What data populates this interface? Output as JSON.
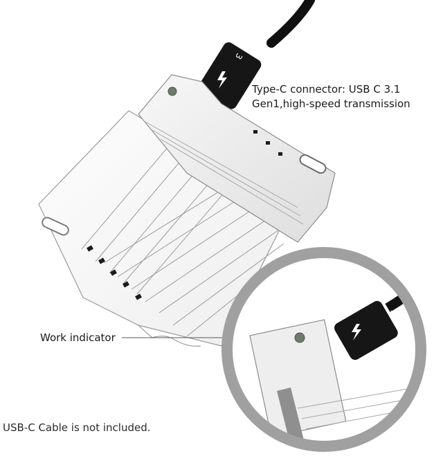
{
  "callouts": {
    "connector_line1": "Type-C connector: USB C 3.1",
    "connector_line2": "Gen1,high-speed transmission",
    "indicator": "Work indicator"
  },
  "footer": {
    "disclaimer": "USB-C Cable is not included."
  },
  "cable_marking": "3",
  "colors": {
    "aluminum": "#e6e6e6",
    "outline": "#8c8c8c",
    "cable": "#111111",
    "magnifier_ring": "#a0a0a0"
  }
}
